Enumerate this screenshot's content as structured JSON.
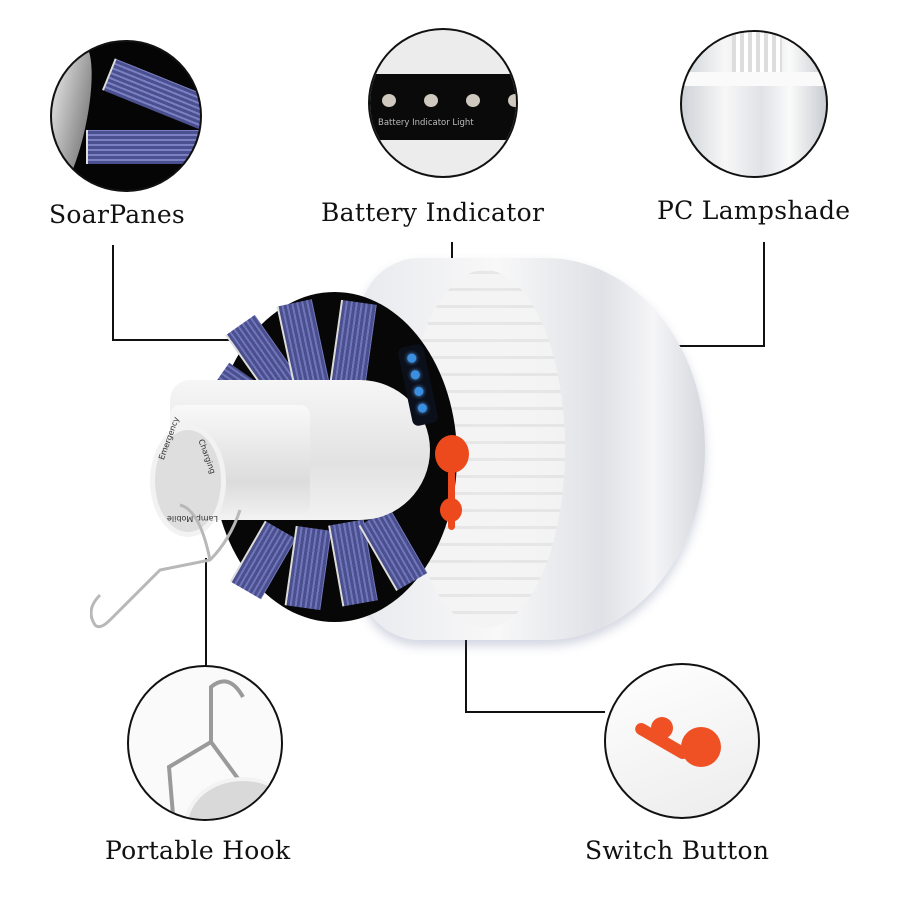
{
  "callouts": [
    {
      "id": "solar-panels",
      "label": "SoarPanes"
    },
    {
      "id": "battery-indicator",
      "label": "Battery Indicator",
      "detail_text": "Battery Indicator Light",
      "led_count": 4
    },
    {
      "id": "pc-lampshade",
      "label": "PC Lampshade"
    },
    {
      "id": "portable-hook",
      "label": "Portable Hook"
    },
    {
      "id": "switch-button",
      "label": "Switch Button"
    }
  ],
  "product": {
    "cap_text_top": "Emergency",
    "cap_text_right": "Charging",
    "cap_text_bottom": "Lamp Mobile",
    "indicator_led_count": 4
  },
  "colors": {
    "switch": "#ec4a1c",
    "solar": "#5a5fa0",
    "led": "#3a8fe0",
    "body": "#f2f2f2"
  }
}
